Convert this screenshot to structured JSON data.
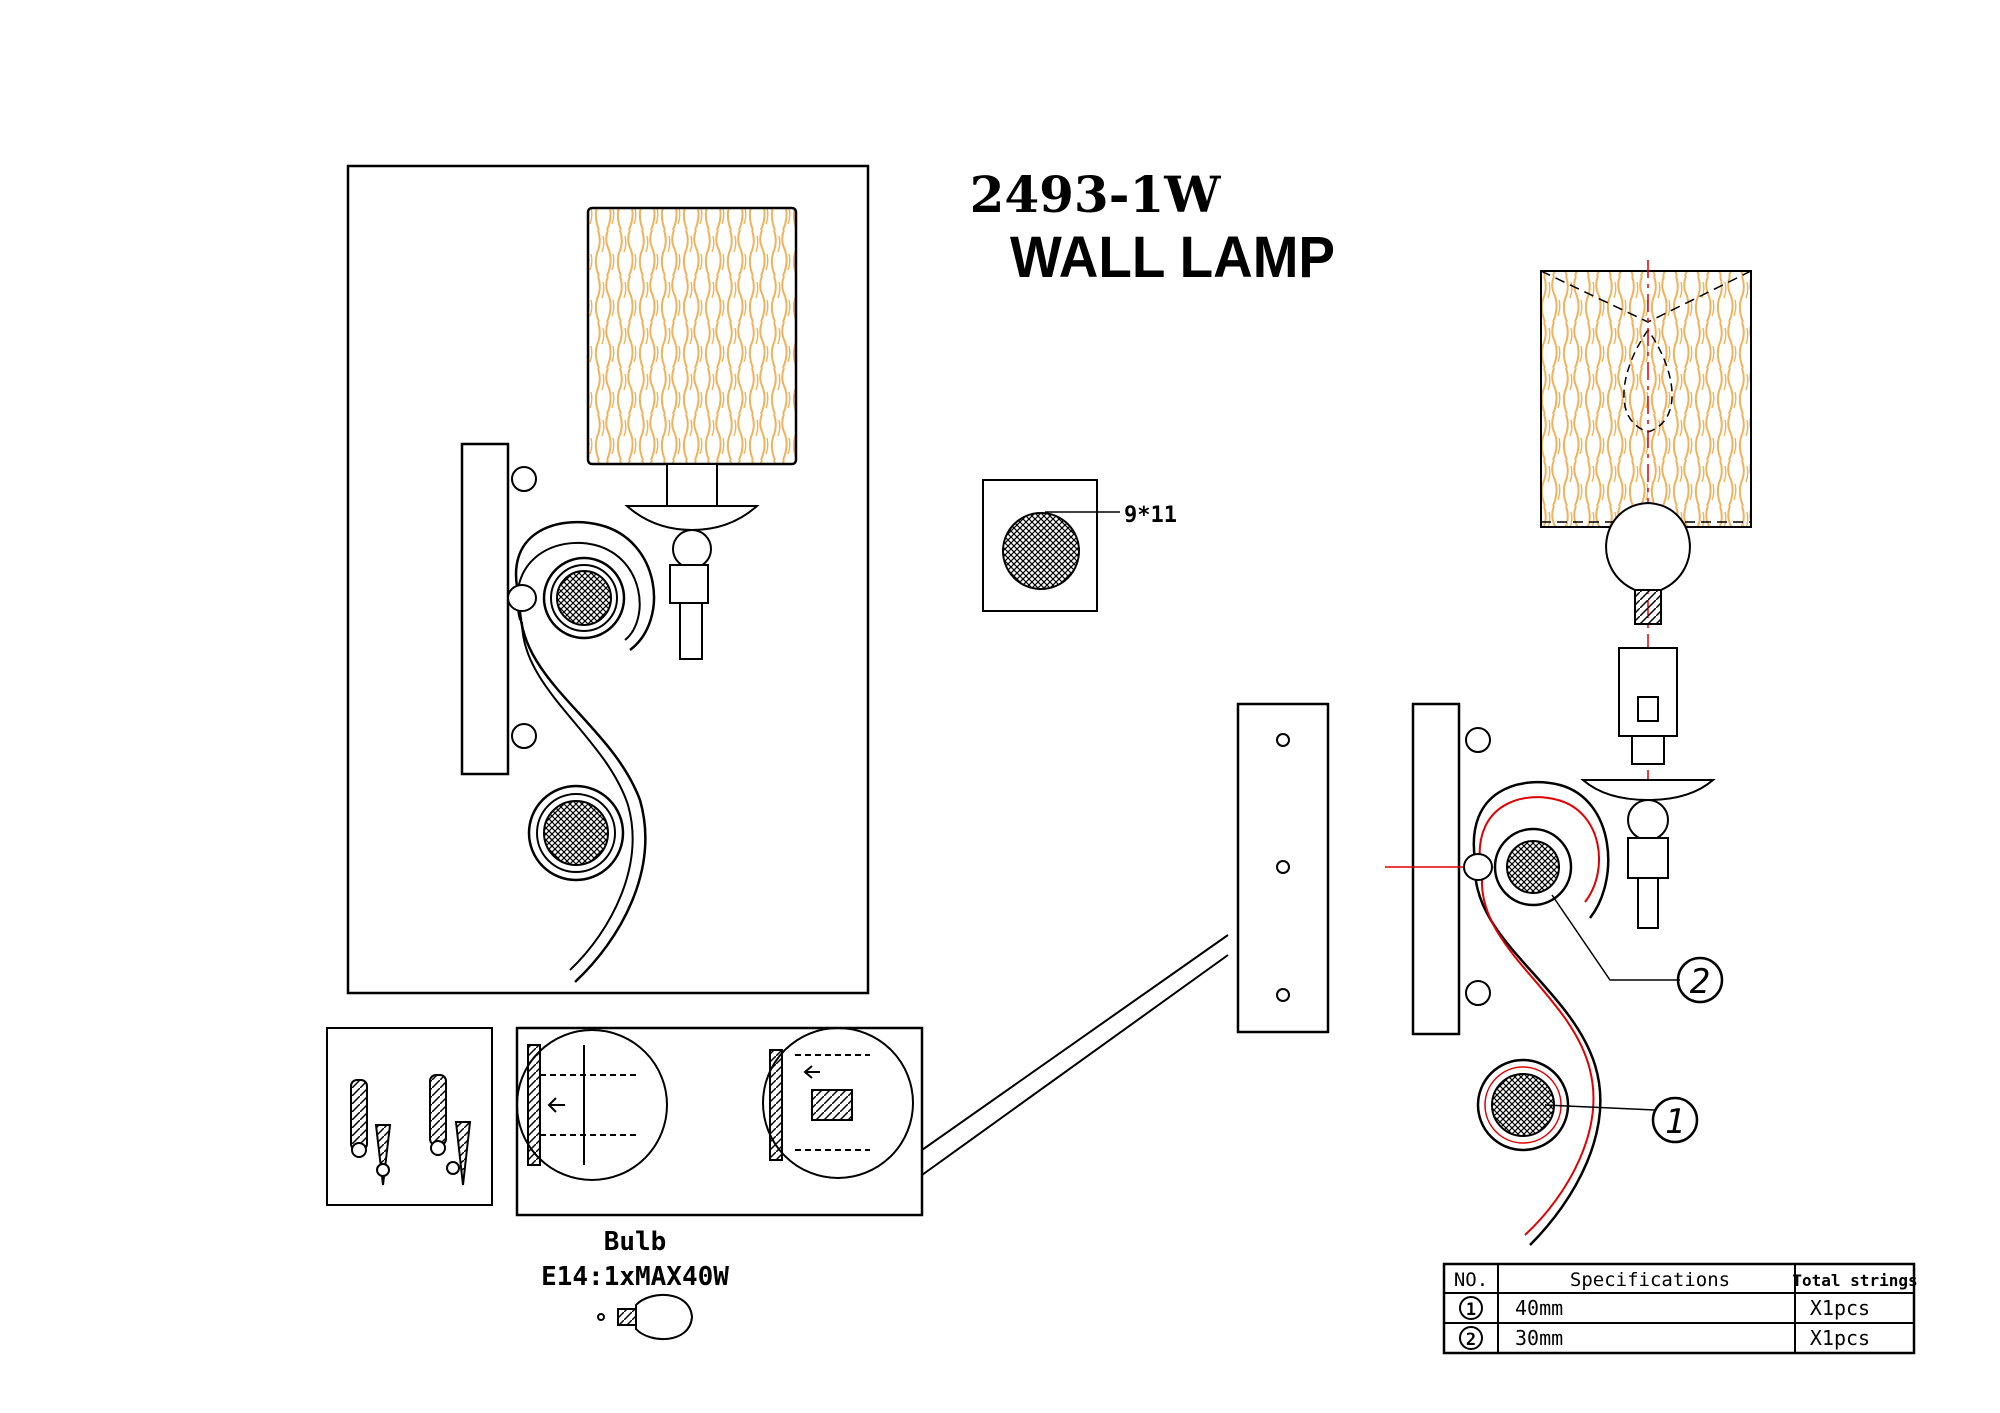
{
  "title": {
    "model": "2493-1W",
    "name": "WALL LAMP"
  },
  "hole_spec": "9*11",
  "bulb": {
    "label": "Bulb",
    "spec": "E14:1xMAX40W"
  },
  "callouts": [
    "2",
    "1"
  ],
  "spec_table": {
    "headers": [
      "NO.",
      "Specifications",
      "Total strings"
    ],
    "rows": [
      {
        "no": "1",
        "spec": "40mm",
        "total": "X1pcs"
      },
      {
        "no": "2",
        "spec": "30mm",
        "total": "X1pcs"
      }
    ]
  },
  "colors": {
    "line": "#000000",
    "shade_texture": "#f0b25a",
    "centerline": "#e00000"
  }
}
